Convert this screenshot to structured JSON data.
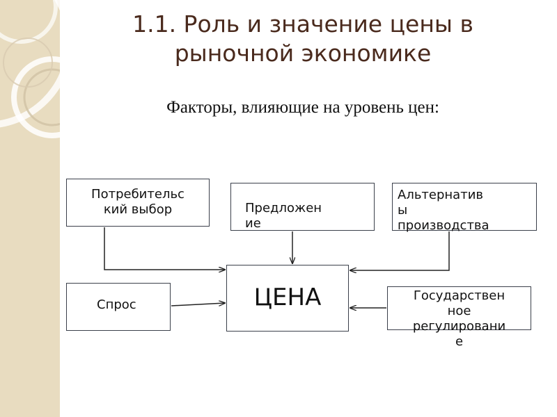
{
  "title": "1.1. Роль и значение цены в рыночной экономике",
  "subtitle": "Факторы, влияющие на уровень цен:",
  "nodes": {
    "consumer_choice": [
      "Потребительс",
      "кий выбор"
    ],
    "supply": [
      "Предложен",
      "ие"
    ],
    "alternatives": [
      "Альтернатив",
      "ы",
      "производства"
    ],
    "demand": "Спрос",
    "price": "ЦЕНА",
    "government": [
      "Государствен",
      "ное",
      "регулировани",
      "е"
    ]
  },
  "colors": {
    "title": "#4a2a1d",
    "border": "#3a3f4a",
    "side_panel": "#e8dcc0"
  }
}
